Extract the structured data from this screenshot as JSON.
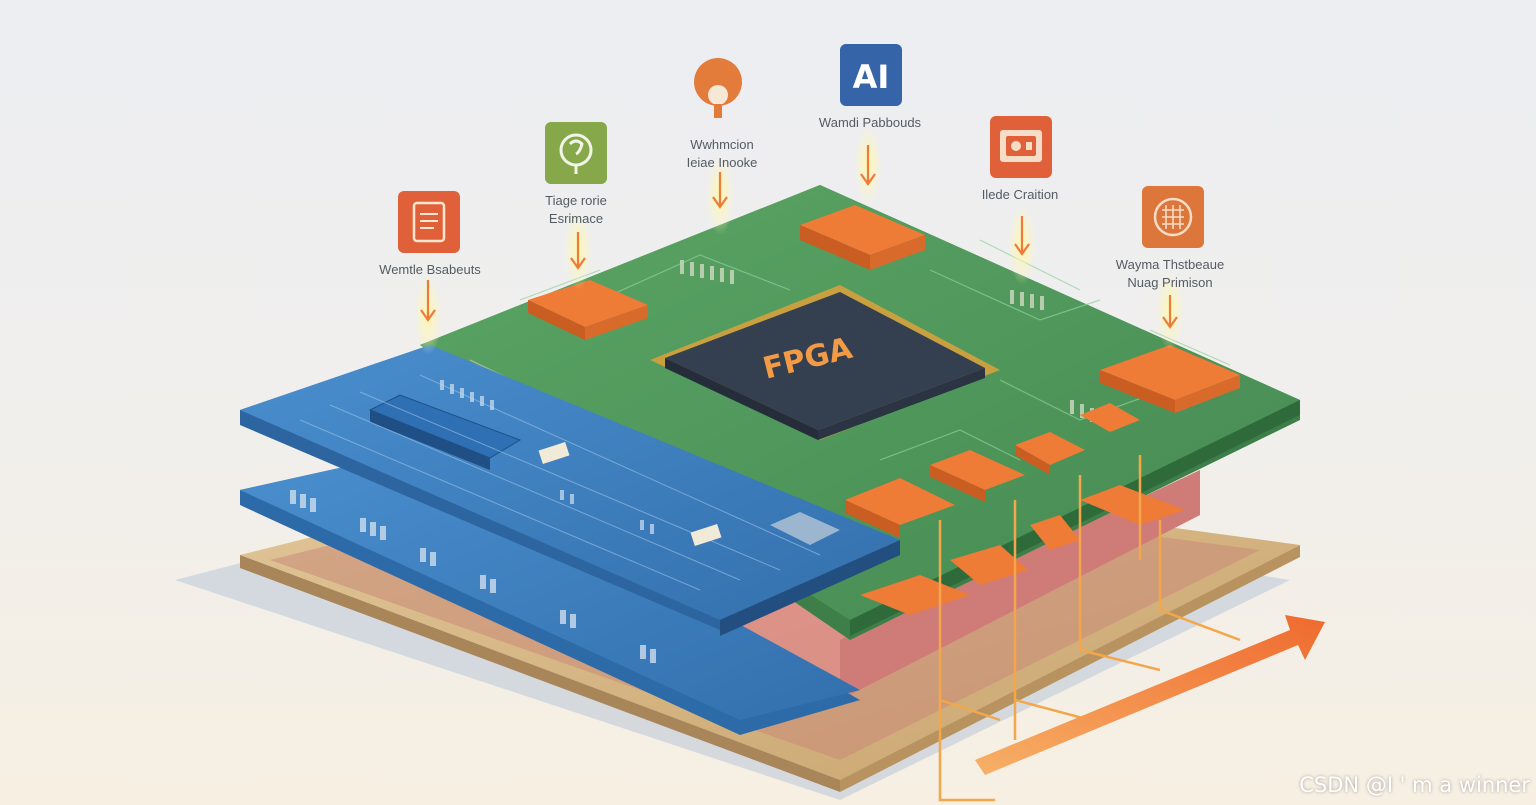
{
  "diagram": {
    "chip_label": "FPGA",
    "ai_badge": "AI",
    "labels": [
      {
        "lines": [
          "Wemtle Bsabeuts"
        ]
      },
      {
        "lines": [
          "Tiage rorie",
          "Esrimace"
        ]
      },
      {
        "lines": [
          "Wwhmcion",
          "Ieiae Inooke"
        ]
      },
      {
        "lines": [
          "Wamdi Pabbouds"
        ]
      },
      {
        "lines": [
          "Ilede Craition"
        ]
      },
      {
        "lines": [
          "Wayma Thstbeaue",
          "Nuag Primison"
        ]
      }
    ],
    "icons": [
      {
        "name": "document-icon",
        "color": "#e0603a"
      },
      {
        "name": "link-icon",
        "color": "#86a84a"
      },
      {
        "name": "bulb-icon",
        "color": "#e37b3b"
      },
      {
        "name": "ai-icon",
        "color": "#3565a8"
      },
      {
        "name": "camera-icon",
        "color": "#e0603a"
      },
      {
        "name": "grid-icon",
        "color": "#dd763a"
      }
    ]
  },
  "colors": {
    "green_board": "#4f9a5c",
    "blue_board": "#3f82c2",
    "tan_board": "#d9b98a",
    "chip": "#3b4656",
    "chip_text": "#f29a45",
    "orange": "#ee7b36",
    "arrow": "#f07a35"
  },
  "watermark": "CSDN @I ' m a winner"
}
